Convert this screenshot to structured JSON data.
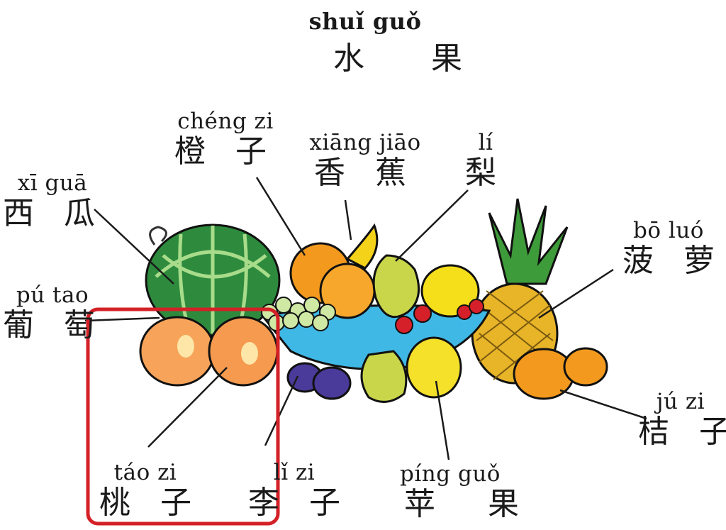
{
  "title": {
    "pinyin": "shuǐ guǒ",
    "hanzi": "水 果"
  },
  "labels": {
    "cheng_zi": {
      "pinyin": "chéng zi",
      "hanzi": "橙 子"
    },
    "xiang_jiao": {
      "pinyin": "xiāng jiāo",
      "hanzi": "香 蕉"
    },
    "li": {
      "pinyin": "lí",
      "hanzi": "梨"
    },
    "xi_gua": {
      "pinyin": "xī guā",
      "hanzi": "西 瓜"
    },
    "bo_luo": {
      "pinyin": "bō luó",
      "hanzi": "菠 萝"
    },
    "pu_tao": {
      "pinyin": "pú tao",
      "hanzi": "葡 萄"
    },
    "ju_zi": {
      "pinyin": "jú zi",
      "hanzi": "桔 子"
    },
    "tao_zi": {
      "pinyin": "táo zi",
      "hanzi": "桃 子"
    },
    "li_zi": {
      "pinyin": "lǐ zi",
      "hanzi": "李 子"
    },
    "ping_guo": {
      "pinyin": "píng guǒ",
      "hanzi": "苹 果"
    }
  },
  "colors": {
    "highlight_box": "#d42027",
    "bowl": "#3fb8e6",
    "watermelon": "#2e8b3e",
    "orange": "#f39a1e",
    "peach": "#f7a35a",
    "plum": "#4a3a9a",
    "apple": "#f5de1a",
    "pear": "#c9d64a",
    "pineapple": "#e8b428"
  }
}
